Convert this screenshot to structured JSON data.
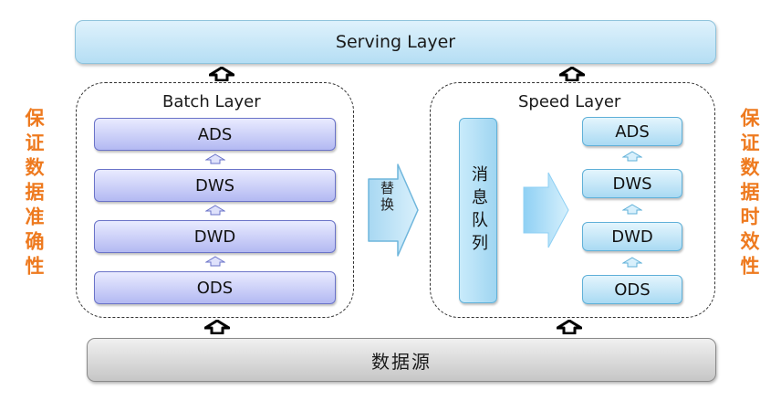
{
  "serving_layer": "Serving Layer",
  "data_source": "数据源",
  "batch": {
    "title": "Batch Layer",
    "layers": [
      "ADS",
      "DWS",
      "DWD",
      "ODS"
    ]
  },
  "speed": {
    "title": "Speed Layer",
    "message_queue": "消息队列",
    "layers": [
      "ADS",
      "DWS",
      "DWD",
      "ODS"
    ]
  },
  "replace_label": "替换",
  "left_side_label": "保证数据准确性",
  "right_side_label": "保证数据时效性",
  "colors": {
    "side_label": "#ee7a1f",
    "batch_box": "#b3b9f2",
    "speed_box": "#a9daf3",
    "serving_box": "#b5def4",
    "source_box": "#c6c6c6"
  }
}
